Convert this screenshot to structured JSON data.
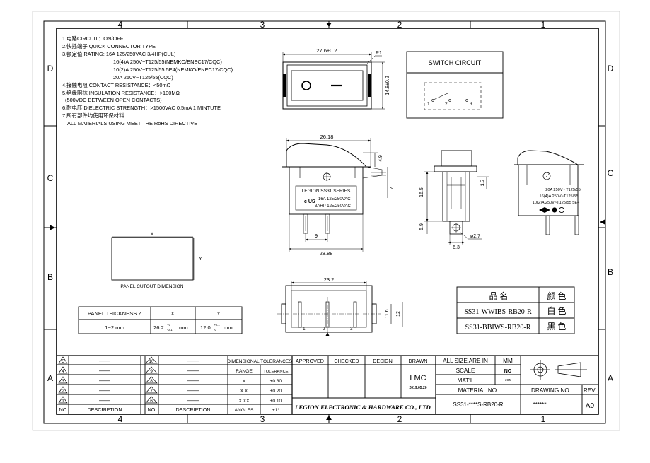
{
  "frame": {
    "top_zones": [
      "4",
      "3",
      "2",
      "1"
    ],
    "bottom_zones": [
      "4",
      "3",
      "2",
      "1"
    ],
    "left_rows": [
      "D",
      "C",
      "B",
      "A"
    ],
    "right_rows": [
      "D",
      "C",
      "B",
      "A"
    ]
  },
  "notes": [
    "1.电路CIRCUIT：ON/OFF",
    "2.快插端子 QUICK CONNECTOR TYPE",
    "3.额定值 RATING: 16A 125/250VAC 3/4HP(CUL)",
    "16(4)A 250V~T125/55(NEMKO/ENEC17/CQC)",
    "10(2)A 250V~T125/55  5E4(NEMKO/ENEC17/CQC)",
    "20A 250V~T125/55(CQC)",
    "4.接触电阻 CONTACT RESISTANCE：<50mΩ",
    "5.绝缘阻抗 INSULATION RESISTANCE：>100MΩ",
    "(500VDC BETWEEN OPEN CONTACTS)",
    "6.耐电压 DIELECTRIC STRENGTH：>1500VAC 0.5mA 1 MINTUTE",
    "7.所有部件均使用环保材料",
    "ALL MATERIALS USING MEET THE RoHS DIRECTIVE"
  ],
  "switch_circuit": {
    "title": "SWITCH CIRCUIT",
    "terminals": [
      "1",
      "2",
      "3"
    ]
  },
  "dimensions": {
    "front_width": "27.6±0.2",
    "front_radius": "R1",
    "front_height": "14.8±0.2",
    "side_width": "26.18",
    "rocker_height": "4.9",
    "side_body_width": "28.88",
    "terminal_spacing": "9",
    "end_height": "16.5",
    "end_small": "1.5",
    "end_pin": "5.9",
    "end_base": "6.3",
    "end_hole": "ø2.7",
    "bottom_width": "23.2",
    "bottom_h1": "11.6",
    "bottom_h2": "12",
    "bottom_pins": [
      "1",
      "2",
      "3"
    ],
    "z_label": "Z"
  },
  "side_label": {
    "series": "LEGION SS31 SERIES",
    "r1": "16A 125/250VAC",
    "r2": "3AHP 125/250VAC",
    "cert": "c US"
  },
  "right_label": {
    "lines": [
      "20A 250V~ T125/55",
      "16(4)A 250V~T125/55",
      "10(2)A 250V~T125/55 5E4"
    ]
  },
  "panel_cutout": {
    "x_label": "X",
    "y_label": "Y",
    "caption": "PANEL CUTOUT DIMENSION"
  },
  "thickness_table": {
    "headers": [
      "PANEL THICKNESS Z",
      "X",
      "Y"
    ],
    "row": [
      "1~2 mm",
      "26.2",
      "12.0"
    ],
    "x_tol": [
      "+0",
      "-0.1"
    ],
    "y_tol": [
      "+0.1",
      "-0"
    ],
    "unit": "mm"
  },
  "color_table": {
    "headers": [
      "品 名",
      "颜 色"
    ],
    "rows": [
      [
        "SS31-WWIBS-RB20-R",
        "白 色"
      ],
      [
        "SS31-BBIWS-RB20-R",
        "黑 色"
      ]
    ]
  },
  "revisions": {
    "left_nos": [
      "5",
      "4",
      "3",
      "2",
      "1"
    ],
    "right_nos": [
      "10",
      "9",
      "8",
      "7",
      "6"
    ],
    "dash": "——",
    "headers": [
      "NO",
      "DESCRIPTION",
      "NO",
      "DESCRIPTION"
    ]
  },
  "tolerances": {
    "title": "DIMENSIONAL TOLERANCES",
    "headers": [
      "RANGE",
      "TOLERANCE"
    ],
    "rows": [
      [
        "X",
        "±0.30"
      ],
      [
        "X.X",
        "±0.20"
      ],
      [
        "X.XX",
        "±0.10"
      ],
      [
        "ANGLES",
        "±1°"
      ]
    ]
  },
  "approval": {
    "headers": [
      "APPROVED",
      "CHECKED",
      "DESIGN",
      "DRAWN"
    ],
    "drawn_by": "LMC",
    "date": "2019.05.20"
  },
  "company": "LEGION ELECTRONIC & HARDWARE CO., LTD.",
  "specs": {
    "size_label": "ALL SIZE ARE IN",
    "size_unit": "MM",
    "scale_label": "SCALE",
    "scale_value": "NO",
    "matl_label": "MAT'L",
    "matl_value": "***",
    "material_no_label": "MATERIAL NO.",
    "material_no": "SS31-****S-RB20-R",
    "drawing_no_label": "DRAWING NO.",
    "drawing_no": "******",
    "rev_label": "REV.",
    "rev": "A0"
  }
}
